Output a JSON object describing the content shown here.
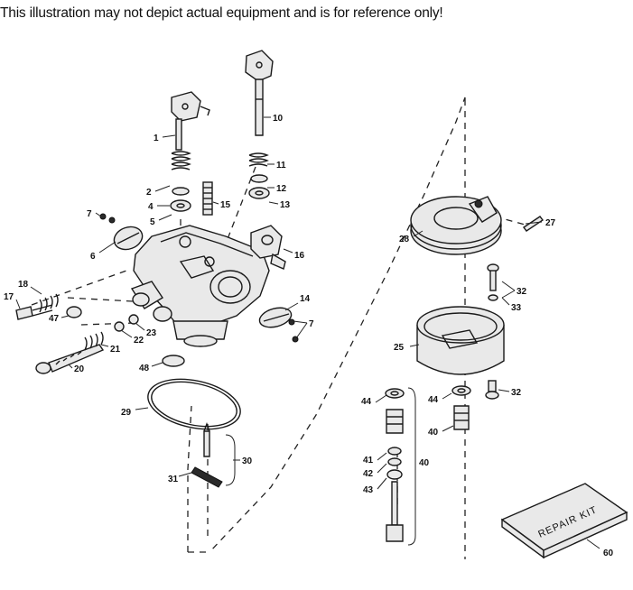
{
  "disclaimer": "This illustration may not depict actual equipment and is for reference only!",
  "repair_kit_label": "REPAIR KIT",
  "callouts": {
    "c1": "1",
    "c2": "2",
    "c4": "4",
    "c5": "5",
    "c6": "6",
    "c7a": "7",
    "c7b": "7",
    "c10": "10",
    "c11": "11",
    "c12": "12",
    "c13": "13",
    "c14": "14",
    "c15": "15",
    "c16": "16",
    "c17": "17",
    "c18": "18",
    "c20": "20",
    "c21": "21",
    "c22": "22",
    "c23": "23",
    "c25": "25",
    "c27": "27",
    "c28": "28",
    "c29": "29",
    "c30": "30",
    "c31": "31",
    "c32a": "32",
    "c32b": "32",
    "c33": "33",
    "c40a": "40",
    "c40b": "40",
    "c41": "41",
    "c42": "42",
    "c43": "43",
    "c44a": "44",
    "c44b": "44",
    "c47": "47",
    "c48": "48",
    "c60": "60"
  }
}
